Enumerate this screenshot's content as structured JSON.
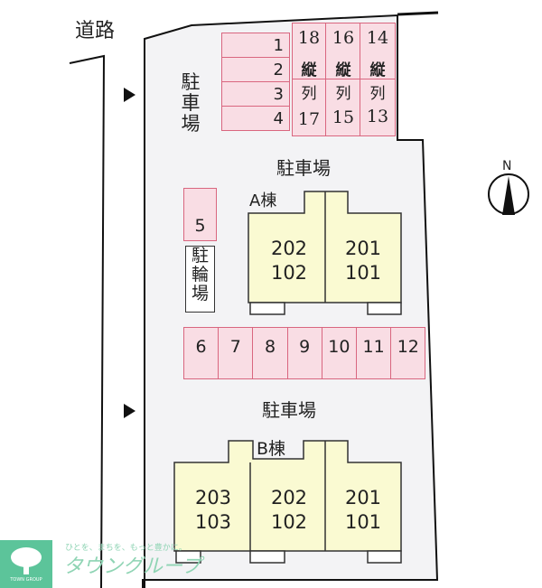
{
  "road_label": "道路",
  "parking_label": "駐車場",
  "bicycle_parking_label": "駐輪場",
  "column_vertical_label": [
    "縦",
    "列"
  ],
  "north_label": "N",
  "upper_slots": [
    "1",
    "2",
    "3",
    "4"
  ],
  "tandem_columns": [
    {
      "top": "18",
      "bottom": "17"
    },
    {
      "top": "16",
      "bottom": "15"
    },
    {
      "top": "14",
      "bottom": "13"
    }
  ],
  "slot_5": "5",
  "middle_slots": [
    "6",
    "7",
    "8",
    "9",
    "10",
    "11",
    "12"
  ],
  "building_a": {
    "label": "A棟",
    "units": [
      [
        "202",
        "102"
      ],
      [
        "201",
        "101"
      ]
    ]
  },
  "building_b": {
    "label": "B棟",
    "units": [
      [
        "203",
        "103"
      ],
      [
        "202",
        "102"
      ],
      [
        "201",
        "101"
      ]
    ]
  },
  "logo": {
    "tagline": "ひとを、まちを、もっと豊かに。",
    "name": "タウングループ",
    "emblem_text": "TOWN GROUP"
  },
  "colors": {
    "parking_fill": "#f9dde4",
    "parking_border": "#d9667f",
    "building_fill": "#fafad2",
    "lot_fill": "#f3f3f5",
    "logo_green": "#5cc49a"
  }
}
